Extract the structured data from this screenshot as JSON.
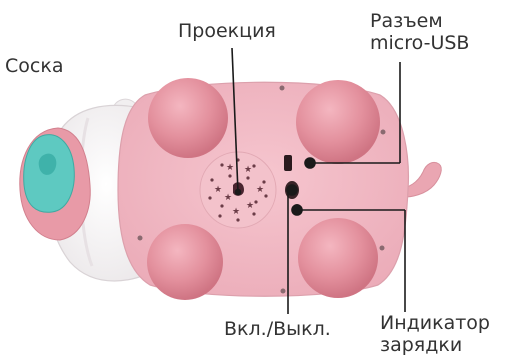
{
  "labels": {
    "nipple": "Соска",
    "projection": "Проекция",
    "usb_line1": "Разъем",
    "usb_line2": "micro-USB",
    "power": "Вкл./Выкл.",
    "indicator_line1": "Индикатор",
    "indicator_line2": "зарядки"
  },
  "colors": {
    "body": "#efb4bf",
    "leg": "#e38f9c",
    "nipple": "#5dcac2",
    "leader": "#1a1a1a"
  }
}
